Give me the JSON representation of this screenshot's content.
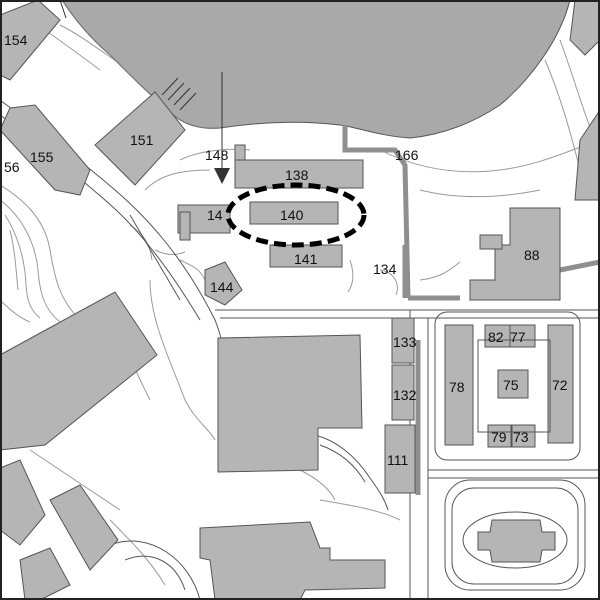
{
  "map": {
    "colors": {
      "background": "#ffffff",
      "water": "#a9a9a9",
      "building": "#b5b5b5",
      "road_grey": "#8f8f8f",
      "outline": "#555555",
      "contour": "#9a9a9a",
      "highlight": "#000000"
    },
    "highlighted_building": "140",
    "labels": {
      "b154": "154",
      "b155": "155",
      "b156": "56",
      "b151": "151",
      "b148": "148",
      "b138": "138",
      "b166": "166",
      "b14": "14",
      "b140": "140",
      "b141": "141",
      "b134": "134",
      "b88": "88",
      "b144": "144",
      "b133": "133",
      "b82": "82",
      "b77": "77",
      "b78": "78",
      "b75": "75",
      "b72": "72",
      "b132": "132",
      "b79": "79",
      "b73": "73",
      "b111": "111"
    }
  }
}
